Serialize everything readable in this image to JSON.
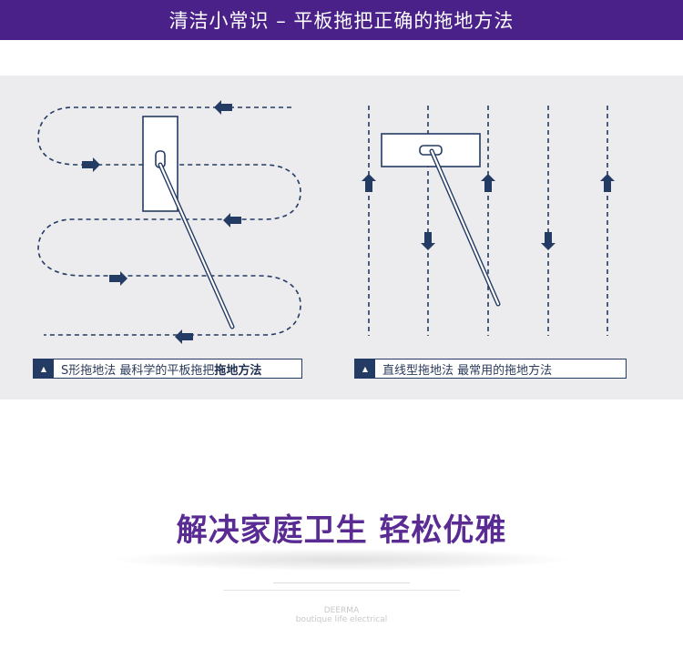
{
  "header": {
    "title": "清洁小常识 – 平板拖把正确的拖地方法"
  },
  "captions": {
    "left": {
      "icon": "▲",
      "text": "S形拖地法 最科学的平板拖把",
      "emphasis": "拖地方法"
    },
    "right": {
      "icon": "▲",
      "text": "直线型拖地法 最常用的拖地方法"
    }
  },
  "slogan": {
    "text": "解决家庭卫生 轻松优雅"
  },
  "brand": {
    "name": "DEERMA",
    "subtitle": "boutique life electrical"
  },
  "colors": {
    "header": "#4a2188",
    "panel": "#ececee",
    "navy": "#243b63",
    "slogan": "#5a2b93"
  },
  "icons": {
    "caption": "triangle-up-icon",
    "flow": "arrow-icon"
  }
}
